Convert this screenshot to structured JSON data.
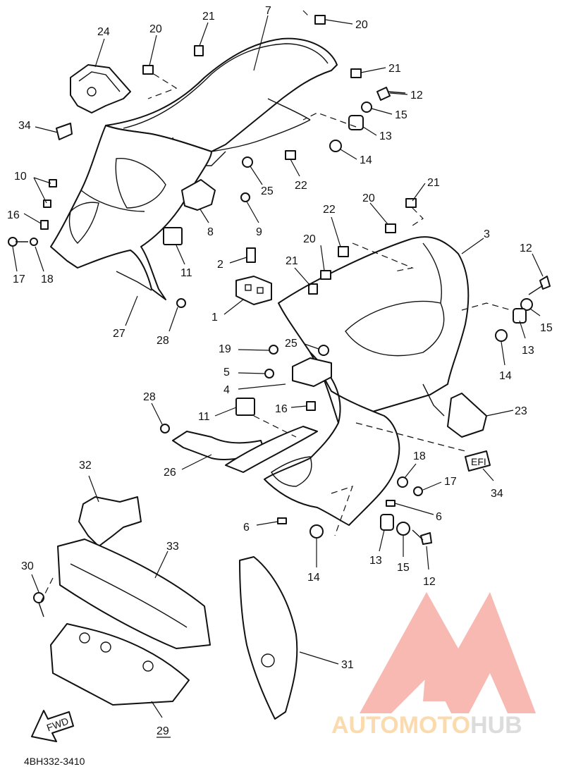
{
  "diagram": {
    "drawing_code": "4BH332-3410",
    "fwd_label": "FWD",
    "efi_label": "EFI",
    "callouts": [
      {
        "id": "c7a",
        "label": "7"
      },
      {
        "id": "c20a",
        "label": "20"
      },
      {
        "id": "c21a",
        "label": "21"
      },
      {
        "id": "c24",
        "label": "24"
      },
      {
        "id": "c20b",
        "label": "20"
      },
      {
        "id": "c21b",
        "label": "21"
      },
      {
        "id": "c12a",
        "label": "12"
      },
      {
        "id": "c15a",
        "label": "15"
      },
      {
        "id": "c13a",
        "label": "13"
      },
      {
        "id": "c14a",
        "label": "14"
      },
      {
        "id": "c34a",
        "label": "34"
      },
      {
        "id": "c22a",
        "label": "22"
      },
      {
        "id": "c25a",
        "label": "25"
      },
      {
        "id": "c10",
        "label": "10"
      },
      {
        "id": "c9",
        "label": "9"
      },
      {
        "id": "c8",
        "label": "8"
      },
      {
        "id": "c16a",
        "label": "16"
      },
      {
        "id": "c17a",
        "label": "17"
      },
      {
        "id": "c18a",
        "label": "18"
      },
      {
        "id": "c11a",
        "label": "11"
      },
      {
        "id": "c21c",
        "label": "21"
      },
      {
        "id": "c20c",
        "label": "20"
      },
      {
        "id": "c22b",
        "label": "22"
      },
      {
        "id": "c20d",
        "label": "20"
      },
      {
        "id": "c3",
        "label": "3"
      },
      {
        "id": "c12b",
        "label": "12"
      },
      {
        "id": "c2",
        "label": "2"
      },
      {
        "id": "c21d",
        "label": "21"
      },
      {
        "id": "c1",
        "label": "1"
      },
      {
        "id": "c15b",
        "label": "15"
      },
      {
        "id": "c13b",
        "label": "13"
      },
      {
        "id": "c14b",
        "label": "14"
      },
      {
        "id": "c27",
        "label": "27"
      },
      {
        "id": "c28a",
        "label": "28"
      },
      {
        "id": "c19",
        "label": "19"
      },
      {
        "id": "c25b",
        "label": "25"
      },
      {
        "id": "c5",
        "label": "5"
      },
      {
        "id": "c4",
        "label": "4"
      },
      {
        "id": "c28b",
        "label": "28"
      },
      {
        "id": "c16b",
        "label": "16"
      },
      {
        "id": "c11b",
        "label": "11"
      },
      {
        "id": "c23",
        "label": "23"
      },
      {
        "id": "c26",
        "label": "26"
      },
      {
        "id": "c32",
        "label": "32"
      },
      {
        "id": "c18b",
        "label": "18"
      },
      {
        "id": "c17b",
        "label": "17"
      },
      {
        "id": "c34b",
        "label": "34"
      },
      {
        "id": "c6a",
        "label": "6"
      },
      {
        "id": "c6b",
        "label": "6"
      },
      {
        "id": "c33",
        "label": "33"
      },
      {
        "id": "c13c",
        "label": "13"
      },
      {
        "id": "c15c",
        "label": "15"
      },
      {
        "id": "c14c",
        "label": "14"
      },
      {
        "id": "c12c",
        "label": "12"
      },
      {
        "id": "c30",
        "label": "30"
      },
      {
        "id": "c31",
        "label": "31"
      },
      {
        "id": "c29",
        "label": "29"
      }
    ]
  },
  "watermark": {
    "text_part1": "AUTOMOTO",
    "text_part2": "HUB",
    "color_primary": "#f4a39b",
    "color_secondary": "#d9d9d9",
    "color_tertiary": "#fbd7a6"
  }
}
